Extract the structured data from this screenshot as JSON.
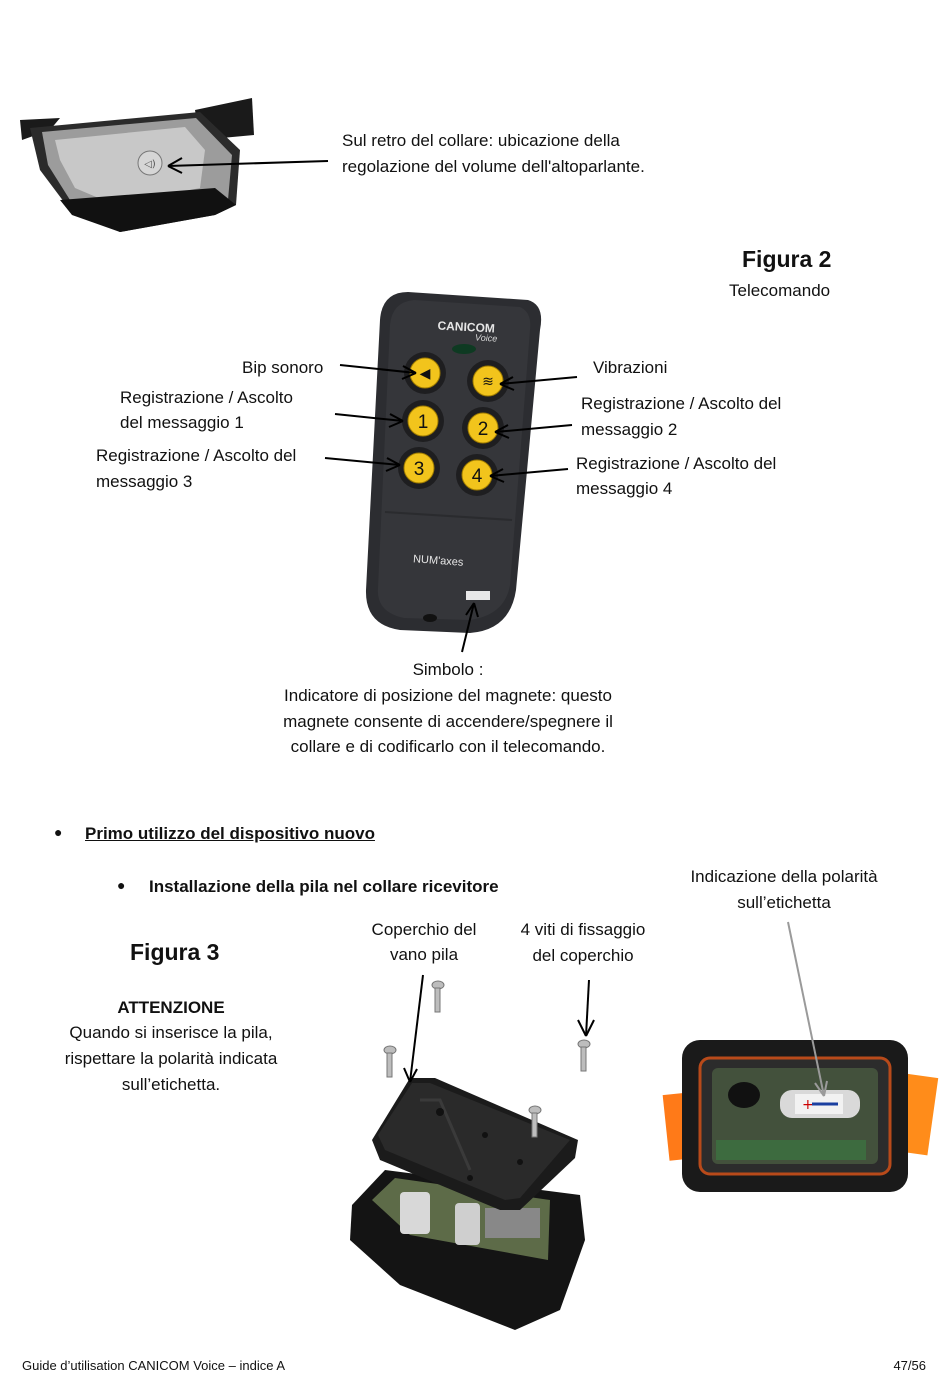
{
  "collar_back": {
    "caption_line1": "Sul retro del collare: ubicazione della",
    "caption_line2": "regolazione del volume dell'altoparlante."
  },
  "figure2": {
    "title": "Figura 2",
    "subtitle": "Telecomando",
    "remote_brand": "CANICOM",
    "remote_model": "Voice",
    "remote_maker": "NUM'axes",
    "labels": {
      "bip": "Bip sonoro",
      "rec1_line1": "Registrazione / Ascolto",
      "rec1_line2": "del messaggio 1",
      "rec3_line1": "Registrazione / Ascolto del",
      "rec3_line2": "messaggio 3",
      "vibr": "Vibrazioni",
      "rec2_line1": "Registrazione / Ascolto del",
      "rec2_line2": "messaggio 2",
      "rec4_line1": "Registrazione / Ascolto del",
      "rec4_line2": "messaggio 4"
    },
    "buttons": [
      "1",
      "2",
      "3",
      "4"
    ],
    "symbol_caption": [
      "Simbolo :",
      "Indicatore di posizione del magnete: questo",
      "magnete consente di accendere/spegnere il",
      "collare e di codificarlo con il telecomando."
    ]
  },
  "section": {
    "heading": "Primo utilizzo del dispositivo nuovo",
    "subheading": "Installazione della pila nel collare ricevitore"
  },
  "figure3": {
    "title": "Figura 3",
    "warning_title": "ATTENZIONE",
    "warning_lines": [
      "Quando si inserisce la pila,",
      "rispettare la polarità indicata",
      "sull’etichetta."
    ],
    "cover_label": [
      "Coperchio del",
      "vano pila"
    ],
    "screws_label": [
      "4 viti di fissaggio",
      "del coperchio"
    ],
    "polarity_label": [
      "Indicazione della polarità",
      "sull’etichetta"
    ]
  },
  "footer": {
    "left": "Guide d’utilisation CANICOM Voice – indice A",
    "right": "47/56"
  }
}
